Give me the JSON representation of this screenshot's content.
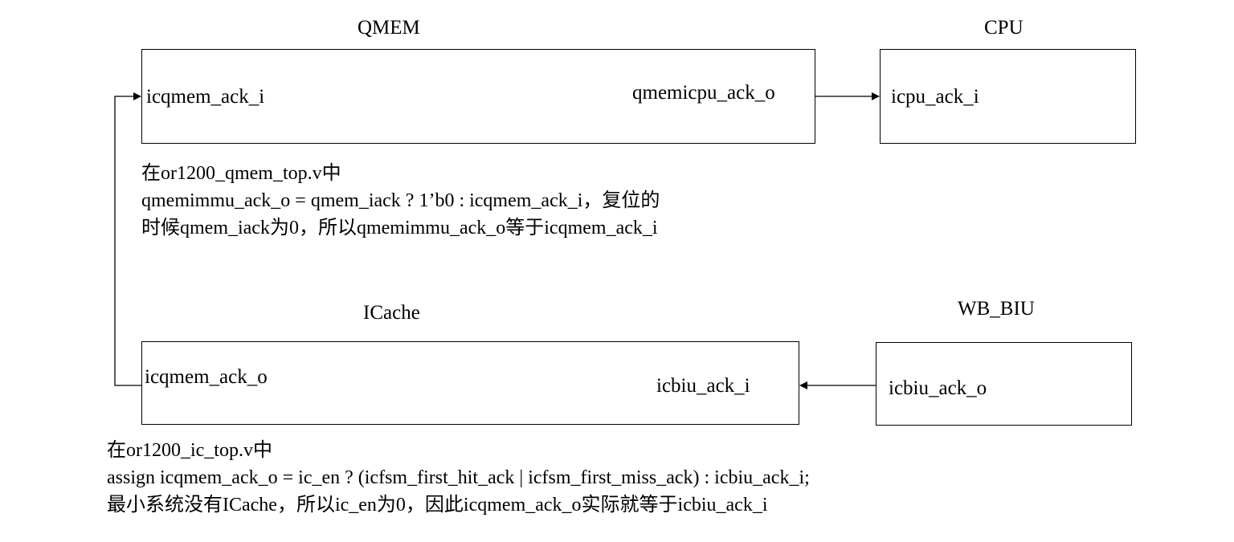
{
  "blocks": {
    "qmem": {
      "title": "QMEM",
      "left_port": "icqmem_ack_i",
      "right_port": "qmemicpu_ack_o"
    },
    "cpu": {
      "title": "CPU",
      "port": "icpu_ack_i"
    },
    "icache": {
      "title": "ICache",
      "left_port": "icqmem_ack_o",
      "right_port": "icbiu_ack_i"
    },
    "wb_biu": {
      "title": "WB_BIU",
      "port": "icbiu_ack_o"
    }
  },
  "notes": {
    "qmem_note": [
      "在or1200_qmem_top.v中",
      "qmemimmu_ack_o = qmem_iack ? 1’b0 : icqmem_ack_i，复位的",
      "时候qmem_iack为0，所以qmemimmu_ack_o等于icqmem_ack_i"
    ],
    "icache_note": [
      "在or1200_ic_top.v中",
      "assign icqmem_ack_o = ic_en ? (icfsm_first_hit_ack | icfsm_first_miss_ack) : icbiu_ack_i;",
      "最小系统没有ICache，所以ic_en为0，因此icqmem_ack_o实际就等于icbiu_ack_i"
    ]
  }
}
